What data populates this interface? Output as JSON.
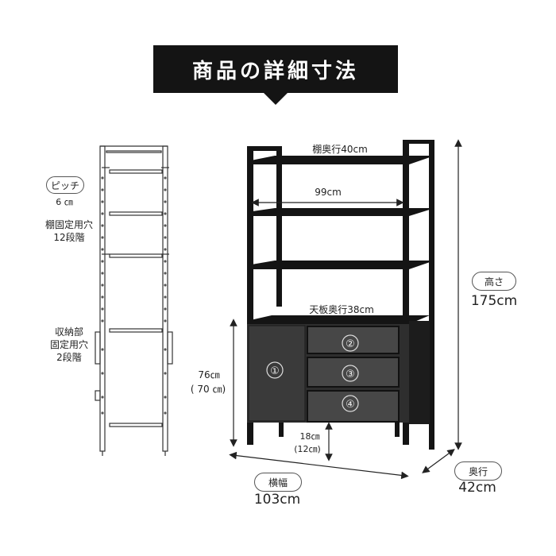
{
  "title": "商品の詳細寸法",
  "side_panel": {
    "pitch_label": "ピッチ",
    "pitch_value": "6 ㎝",
    "shelf_holes_line1": "棚固定用穴",
    "shelf_holes_line2": "12段階",
    "storage_line1": "収納部",
    "storage_line2": "固定用穴",
    "storage_line3": "2段階"
  },
  "dimensions": {
    "shelf_depth": "棚奥行40cm",
    "inner_width": "99cm",
    "top_depth": "天板奥行38cm",
    "cabinet_height": "76㎝",
    "cabinet_height_alt": "( 70 ㎝)",
    "leg_height": "18㎝",
    "leg_height_alt": "(12㎝)",
    "height_label": "高さ",
    "height_value": "175cm",
    "width_label": "横幅",
    "width_value": "103cm",
    "depth_label": "奥行",
    "depth_value": "42cm"
  },
  "compartments": [
    "①",
    "②",
    "③",
    "④"
  ],
  "colors": {
    "frame": "#141414",
    "cabinet": "#3a3a3a",
    "drawer": "#474747",
    "line": "#333333"
  }
}
